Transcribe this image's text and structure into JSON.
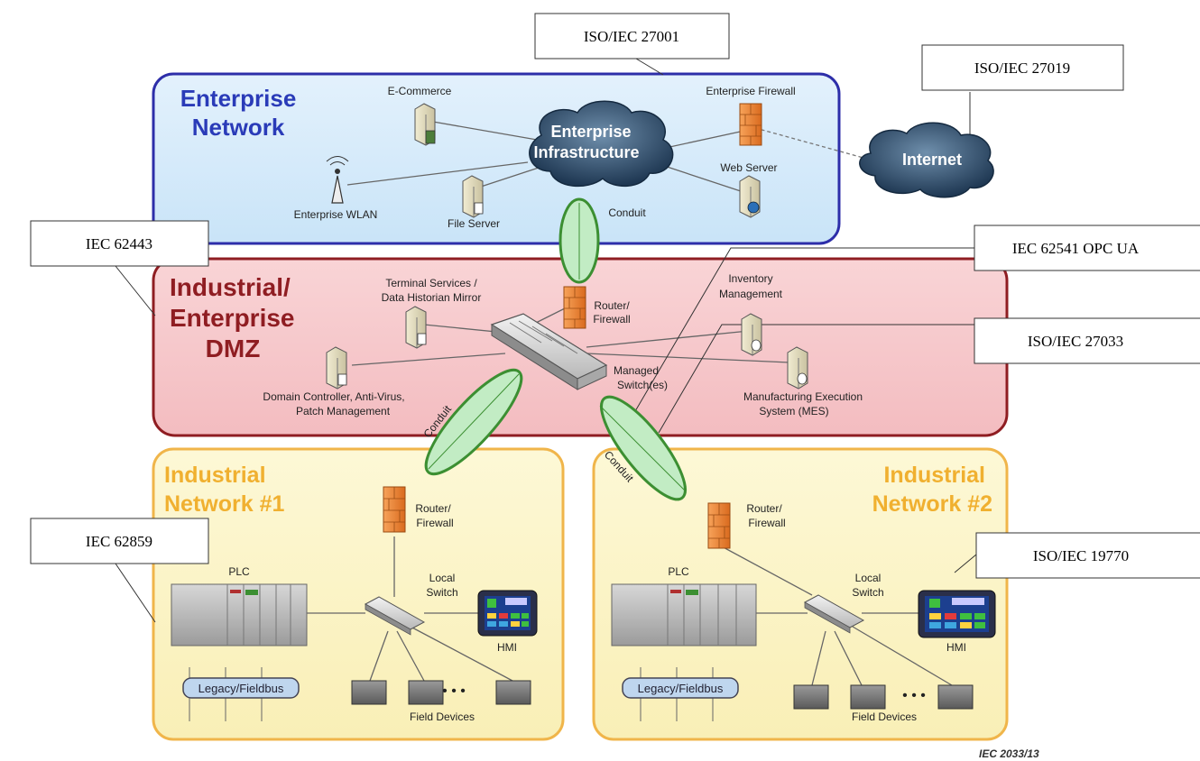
{
  "standards": {
    "iso27001": "ISO/IEC 27001",
    "iso27019": "ISO/IEC 27019",
    "iec62443": "IEC 62443",
    "iec62541": "IEC 62541 OPC UA",
    "iso27033": "ISO/IEC 27033",
    "iec62859": "IEC 62859",
    "iso19770": "ISO/IEC 19770"
  },
  "zones": {
    "enterprise": {
      "line1": "Enterprise",
      "line2": "Network"
    },
    "dmz": {
      "line1": "Industrial/",
      "line2": "Enterprise",
      "line3": "DMZ"
    },
    "net1": {
      "line1": "Industrial",
      "line2": "Network #1"
    },
    "net2": {
      "line1": "Industrial",
      "line2": "Network #2"
    }
  },
  "clouds": {
    "enterprise": {
      "line1": "Enterprise",
      "line2": "Infrastructure"
    },
    "internet": "Internet"
  },
  "labels": {
    "ecommerce": "E-Commerce",
    "enterprise_firewall": "Enterprise Firewall",
    "web_server": "Web Server",
    "enterprise_wlan": "Enterprise WLAN",
    "file_server": "File Server",
    "conduit": "Conduit",
    "terminal_line1": "Terminal Services /",
    "terminal_line2": "Data Historian Mirror",
    "router_line1": "Router/",
    "router_line2": "Firewall",
    "inventory_line1": "Inventory",
    "inventory_line2": "Management",
    "managed_line1": "Managed",
    "managed_line2": "Switch(es)",
    "domain_line1": "Domain Controller, Anti-Virus,",
    "domain_line2": "Patch Management",
    "mes_line1": "Manufacturing Execution",
    "mes_line2": "System (MES)",
    "plc": "PLC",
    "local_line1": "Local",
    "local_line2": "Switch",
    "hmi": "HMI",
    "legacy": "Legacy/Fieldbus",
    "field_devices": "Field Devices",
    "dots": "• • •"
  },
  "footer": "IEC  2033/13"
}
